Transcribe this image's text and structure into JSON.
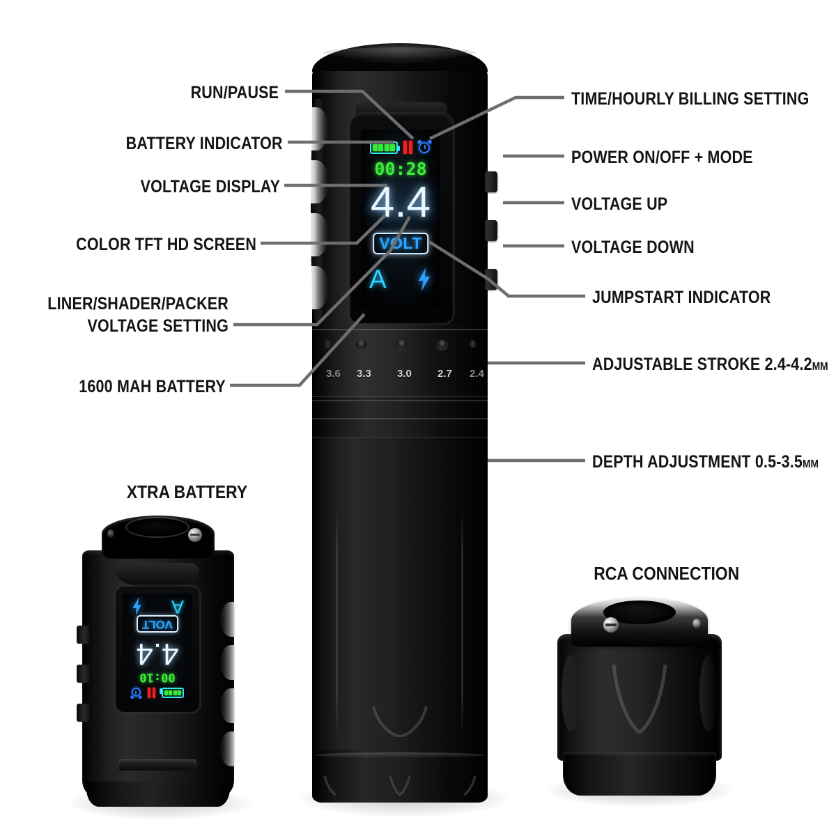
{
  "page": {
    "title": "Wireless Tattoo Pen Machine Feature Callouts",
    "background_color": "#ffffff",
    "leader_line_color": "#6e6e6e",
    "label_color": "#141414"
  },
  "callouts_left": [
    {
      "id": "run-pause",
      "text": "RUN/PAUSE"
    },
    {
      "id": "battery-indicator",
      "text": "BATTERY INDICATOR"
    },
    {
      "id": "voltage-display",
      "text": "VOLTAGE DISPLAY"
    },
    {
      "id": "color-tft-hd-screen",
      "text": "COLOR TFT HD SCREEN"
    },
    {
      "id": "liner-shader-packer-voltage-setting",
      "line1": "LINER/SHADER/PACKER",
      "line2": "VOLTAGE SETTING"
    },
    {
      "id": "battery-capacity",
      "text": "1600 MAH BATTERY"
    }
  ],
  "callouts_right": [
    {
      "id": "time-hourly-billing-setting",
      "text": "TIME/HOURLY BILLING SETTING"
    },
    {
      "id": "power-on-off-mode",
      "text": "POWER ON/OFF + MODE"
    },
    {
      "id": "voltage-up",
      "text": "VOLTAGE UP"
    },
    {
      "id": "voltage-down",
      "text": "VOLTAGE DOWN"
    },
    {
      "id": "jumpstart-indicator",
      "text": "JUMPSTART INDICATOR"
    },
    {
      "id": "adjustable-stroke",
      "text": "ADJUSTABLE STROKE 2.4-4.2",
      "unit": "MM"
    },
    {
      "id": "depth-adjustment",
      "text": "DEPTH ADJUSTMENT 0.5-3.5",
      "unit": "MM"
    }
  ],
  "product_captions": {
    "xtra_battery": "XTRA BATTERY",
    "rca_connection": "RCA CONNECTION"
  },
  "screen": {
    "battery_icon": "battery-full-icon",
    "pause_icon": "pause-icon",
    "clock_icon": "alarm-clock-icon",
    "timer": "00:28",
    "voltage": "4.4",
    "unit_badge": "VOLT",
    "mode_letter": "A",
    "jumpstart_icon": "lightning-bolt-icon",
    "colors": {
      "battery_fill": "#39e83b",
      "battery_outline": "#2ee9ff",
      "pause": "#f0201c",
      "clock": "#2a7bff",
      "timer": "#3cf03a",
      "voltage": "#eaf7ff",
      "volt_badge_text": "#2ba6ff",
      "volt_badge_border": "#d8eeff",
      "mode_letter": "#2fd2ff",
      "bolt": "#2f9dff",
      "screen_bg": "#05070a"
    }
  },
  "xtra_screen": {
    "timer": "00:10",
    "voltage": "4.4",
    "unit_badge": "VOLT",
    "mode_letter": "A",
    "orientation": "rotated-180"
  },
  "stroke_dial": {
    "values": [
      "3.6",
      "3.3",
      "3.0",
      "2.7",
      "2.4"
    ],
    "range": "2.4-4.2"
  },
  "buttons": {
    "top": "power-on-off-mode-button",
    "middle": "voltage-up-button",
    "bottom": "voltage-down-button"
  }
}
